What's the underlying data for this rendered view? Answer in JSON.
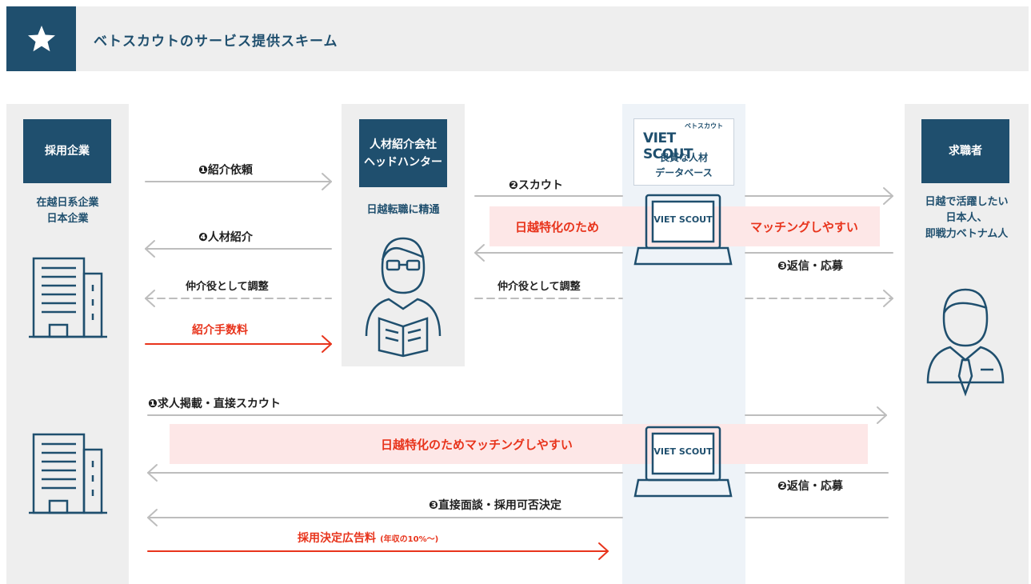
{
  "header": {
    "title": "ベトスカウトのサービス提供スキーム"
  },
  "columns": {
    "company": {
      "label": "採用企業",
      "sub": [
        "在越日系企業",
        "日本企業"
      ]
    },
    "agency": {
      "label_lines": [
        "人材紹介会社",
        "ヘッドハンター"
      ],
      "sub": "日越転職に精通"
    },
    "vietscout": {
      "logo_kana": "ベトスカウト",
      "logo_text": "VIET SCOUT",
      "sub_lines": [
        "良質な人材",
        "データベース"
      ]
    },
    "seeker": {
      "label": "求職者",
      "sub": [
        "日越で活躍したい",
        "日本人、",
        "即戦力ベトナム人"
      ]
    }
  },
  "flow_agency": {
    "request": "❶紹介依頼",
    "scout": "❷スカウト",
    "reply": "❸返信・応募",
    "introduce": "❹人材紹介",
    "mediate_left": "仲介役として調整",
    "mediate_right": "仲介役として調整",
    "fee": "紹介手数料",
    "band_left": "日越特化のため",
    "band_right": "マッチングしやすい"
  },
  "flow_direct": {
    "post": "❶求人掲載・直接スカウト",
    "band": "日越特化のためマッチングしやすい",
    "reply": "❷返信・応募",
    "interview": "❸直接面談・採用可否決定",
    "fee_main": "採用決定広告料",
    "fee_note": "(年収の10%〜)"
  },
  "colors": {
    "navy": "#1f4f6e",
    "red": "#e8341c",
    "pink": "#fde7e7",
    "gray_panel": "#eeeeee",
    "arrow_gray": "#bdbdbd"
  }
}
